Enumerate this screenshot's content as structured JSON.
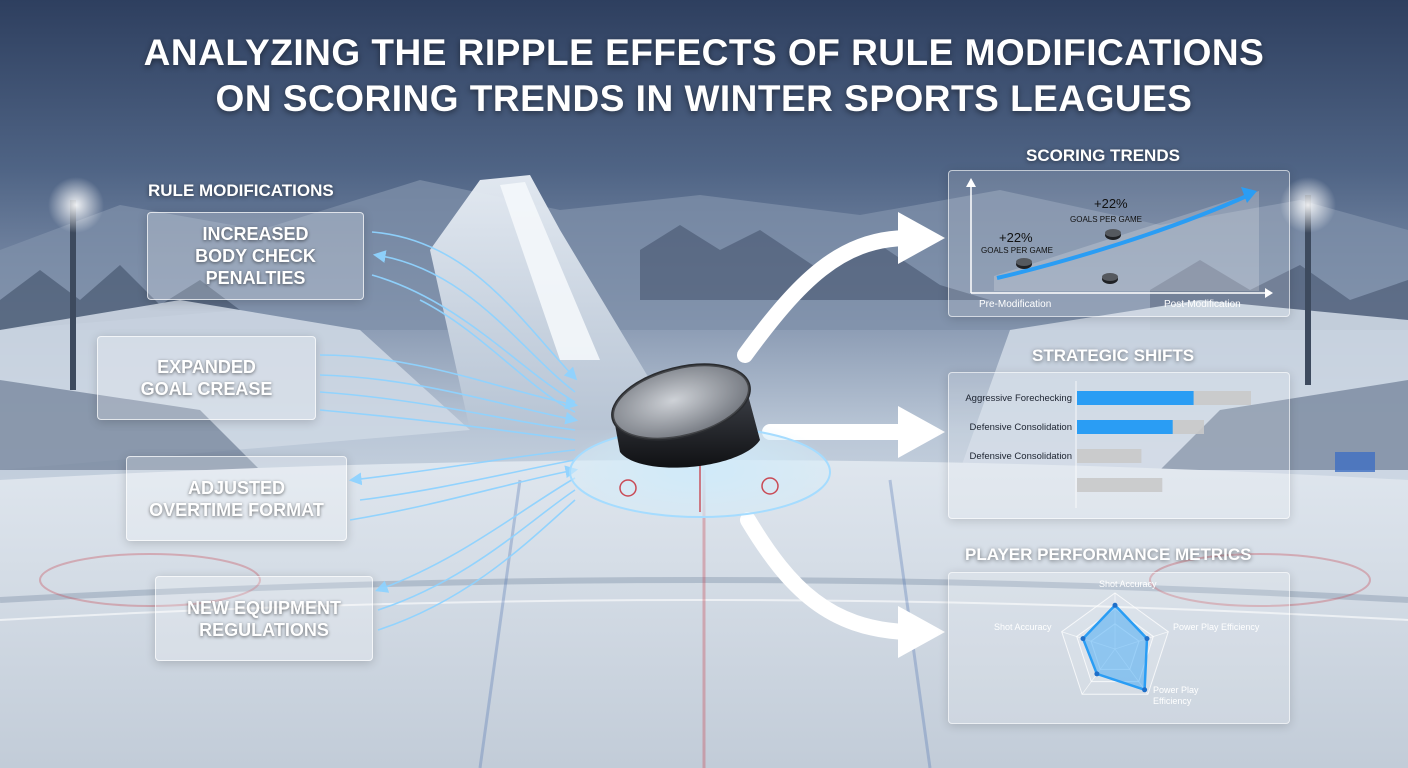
{
  "title": {
    "line1": "ANALYZING THE RIPPLE EFFECTS OF RULE MODIFICATIONS",
    "line2": "ON SCORING TRENDS IN WINTER SPORTS LEAGUES"
  },
  "rule_modifications": {
    "label": "RULE MODIFICATIONS",
    "items": [
      {
        "line1": "INCREASED",
        "line2": "BODY CHECK",
        "line3": "PENALTIES"
      },
      {
        "line1": "EXPANDED",
        "line2": "GOAL CREASE"
      },
      {
        "line1": "ADJUSTED",
        "line2": "OVERTIME FORMAT"
      },
      {
        "line1": "NEW EQUIPMENT",
        "line2": "REGULATIONS"
      }
    ]
  },
  "scoring_trends": {
    "label": "SCORING TRENDS",
    "x_start_label": "Pre-Modification",
    "x_end_label": "Post-Modification",
    "annotations": [
      {
        "value": "+22%",
        "caption": "GOALS PER GAME"
      },
      {
        "value": "+22%",
        "caption": "GOALS PER GAME"
      }
    ]
  },
  "strategic_shifts": {
    "label": "STRATEGIC SHIFTS",
    "rows": [
      {
        "label": "Aggressive Forechecking",
        "blue": 0.67,
        "total": 1.0
      },
      {
        "label": "Defensive Consolidation",
        "blue": 0.55,
        "total": 0.73
      },
      {
        "label": "Defensive Consolidation",
        "blue": 0,
        "total": 0.37
      },
      {
        "label": "",
        "blue": 0,
        "total": 0.49
      }
    ]
  },
  "player_metrics": {
    "label": "PLAYER PERFORMANCE METRICS",
    "axes": [
      {
        "label": "Shot Accuracy",
        "value": 0.78
      },
      {
        "label": "Power Play Efficiency",
        "value": 0.6
      },
      {
        "label": "Power Play Efficiency",
        "value": 0.9
      },
      {
        "label": "",
        "value": 0.55
      },
      {
        "label": "Shot Accuracy",
        "value": 0.6
      }
    ],
    "axis3_line1": "Power Play",
    "axis3_line2": "Efficiency"
  },
  "colors": {
    "accent_blue": "#2a9df4",
    "light_blue": "#8fd3ff",
    "bar_gray": "#c9c9c9"
  }
}
